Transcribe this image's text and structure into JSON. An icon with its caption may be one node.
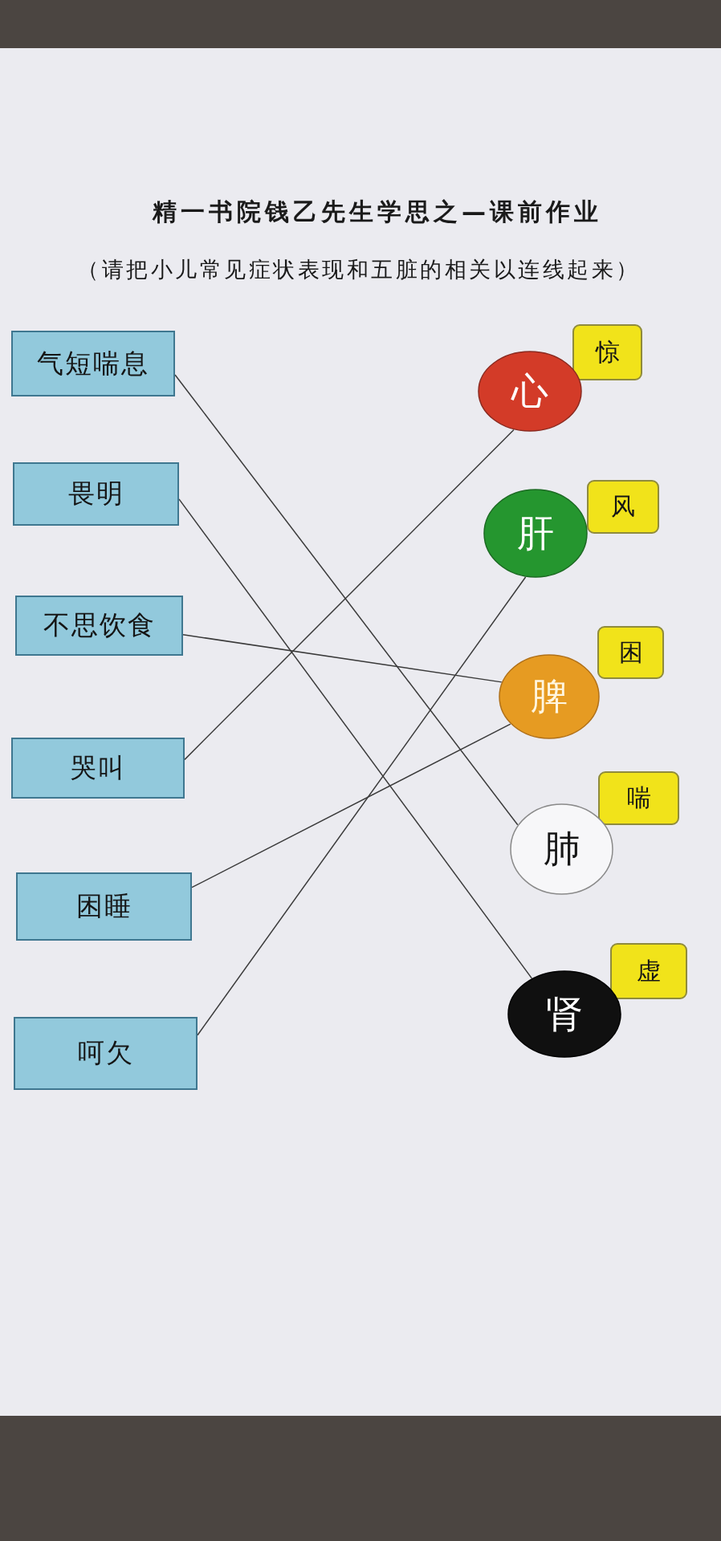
{
  "diagram": {
    "title": "精一书院钱乙先生学思之—课前作业",
    "nodes": [
      {
        "text": [
          "气短喘息"
        ]
      },
      {
        "text": [
          "畏明"
        ]
      },
      {
        "text": [
          "不思饮食"
        ]
      },
      {
        "text": [
          "哭叫"
        ]
      },
      {
        "text": [
          "困睡"
        ]
      },
      {
        "text": [
          "呵欠"
        ]
      },
      {
        "text": [
          "心"
        ]
      },
      {
        "text": [
          "惊"
        ]
      },
      {
        "text": [
          "肝"
        ]
      },
      {
        "text": [
          "风"
        ]
      },
      {
        "text": [
          "脾"
        ]
      },
      {
        "text": [
          "困"
        ]
      },
      {
        "text": [
          "肺"
        ]
      },
      {
        "text": [
          "喘"
        ]
      },
      {
        "text": [
          "肾"
        ]
      },
      {
        "text": [
          "虚"
        ]
      }
    ],
    "edges": [
      {
        "from": 0,
        "to": 12,
        "arrow": "none"
      },
      {
        "from": 1,
        "to": 14,
        "arrow": "none"
      },
      {
        "from": 2,
        "to": 10,
        "arrow": "none"
      },
      {
        "from": 3,
        "to": 6,
        "arrow": "none"
      },
      {
        "from": 4,
        "to": 10,
        "arrow": "none"
      },
      {
        "from": 5,
        "to": 8,
        "arrow": "none"
      }
    ],
    "labels": [
      "（请把小儿常见症状表现和五脏的相关以连线起来）"
    ]
  }
}
